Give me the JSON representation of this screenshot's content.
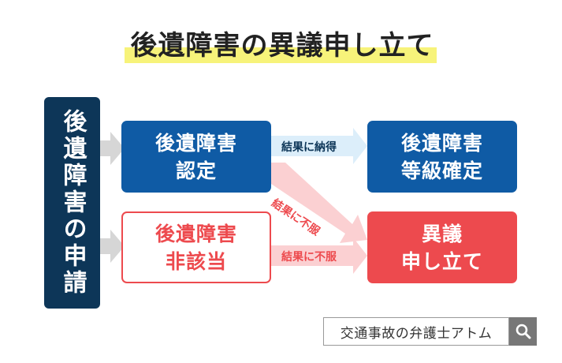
{
  "title": "後遺障害の異議申し立て",
  "left_label": "後遺障害の申請",
  "nodes": {
    "accredited": "後遺障害\n認定",
    "not_applicable": "後遺障害\n非該当",
    "grade_confirmed": "後遺障害\n等級確定",
    "objection": "異議\n申し立て"
  },
  "edges": {
    "accepted": "結果に納得",
    "dissatisfied_diagonal": "結果に不服",
    "dissatisfied": "結果に不服"
  },
  "colors": {
    "navy": "#0d3658",
    "blue": "#0f5ba5",
    "red": "#ed4a4e",
    "light_blue_arrow": "#dceefa",
    "pink_arrow": "#fbd0d2",
    "grey_arrow": "#d6d6d6",
    "title_highlight": "#f7f37a"
  },
  "search": {
    "text": "交通事故の弁護士アトム",
    "icon": "search-icon"
  }
}
